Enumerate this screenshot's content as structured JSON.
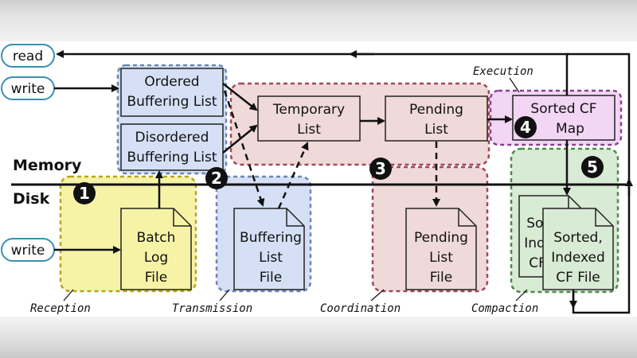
{
  "diagram": {
    "inputs": {
      "read": "read",
      "write_top": "write",
      "write_bottom": "write"
    },
    "levels": {
      "memory": "Memory",
      "disk": "Disk"
    },
    "boxes": {
      "ordered": [
        "Ordered",
        "Buffering List"
      ],
      "disordered": [
        "Disordered",
        "Buffering List"
      ],
      "temporary": [
        "Temporary",
        "List"
      ],
      "pending": [
        "Pending",
        "List"
      ],
      "sorted_map": [
        "Sorted CF",
        "Map"
      ]
    },
    "files": {
      "batch_log": [
        "Batch",
        "Log",
        "File"
      ],
      "buffering_list": [
        "Buffering",
        "List",
        "File"
      ],
      "pending_list": [
        "Pending",
        "List",
        "File"
      ],
      "sorted_back": [
        "Sorted,",
        "Indexed",
        "CF File"
      ],
      "sorted_front": [
        "Sorted,",
        "Indexed",
        "CF File"
      ]
    },
    "stages": {
      "execution": "Execution",
      "reception": "Reception",
      "transmission": "Transmission",
      "coordination": "Coordination",
      "compaction": "Compaction"
    },
    "markers": [
      "1",
      "2",
      "3",
      "4",
      "5"
    ],
    "colors": {
      "reception": "#f6f3a6",
      "transmission": "#d5e0f6",
      "coordination": "#f0d9d9",
      "execution": "#f2d6f4",
      "compaction": "#d8ebd4",
      "input_outline": "#3a8fb0"
    }
  }
}
